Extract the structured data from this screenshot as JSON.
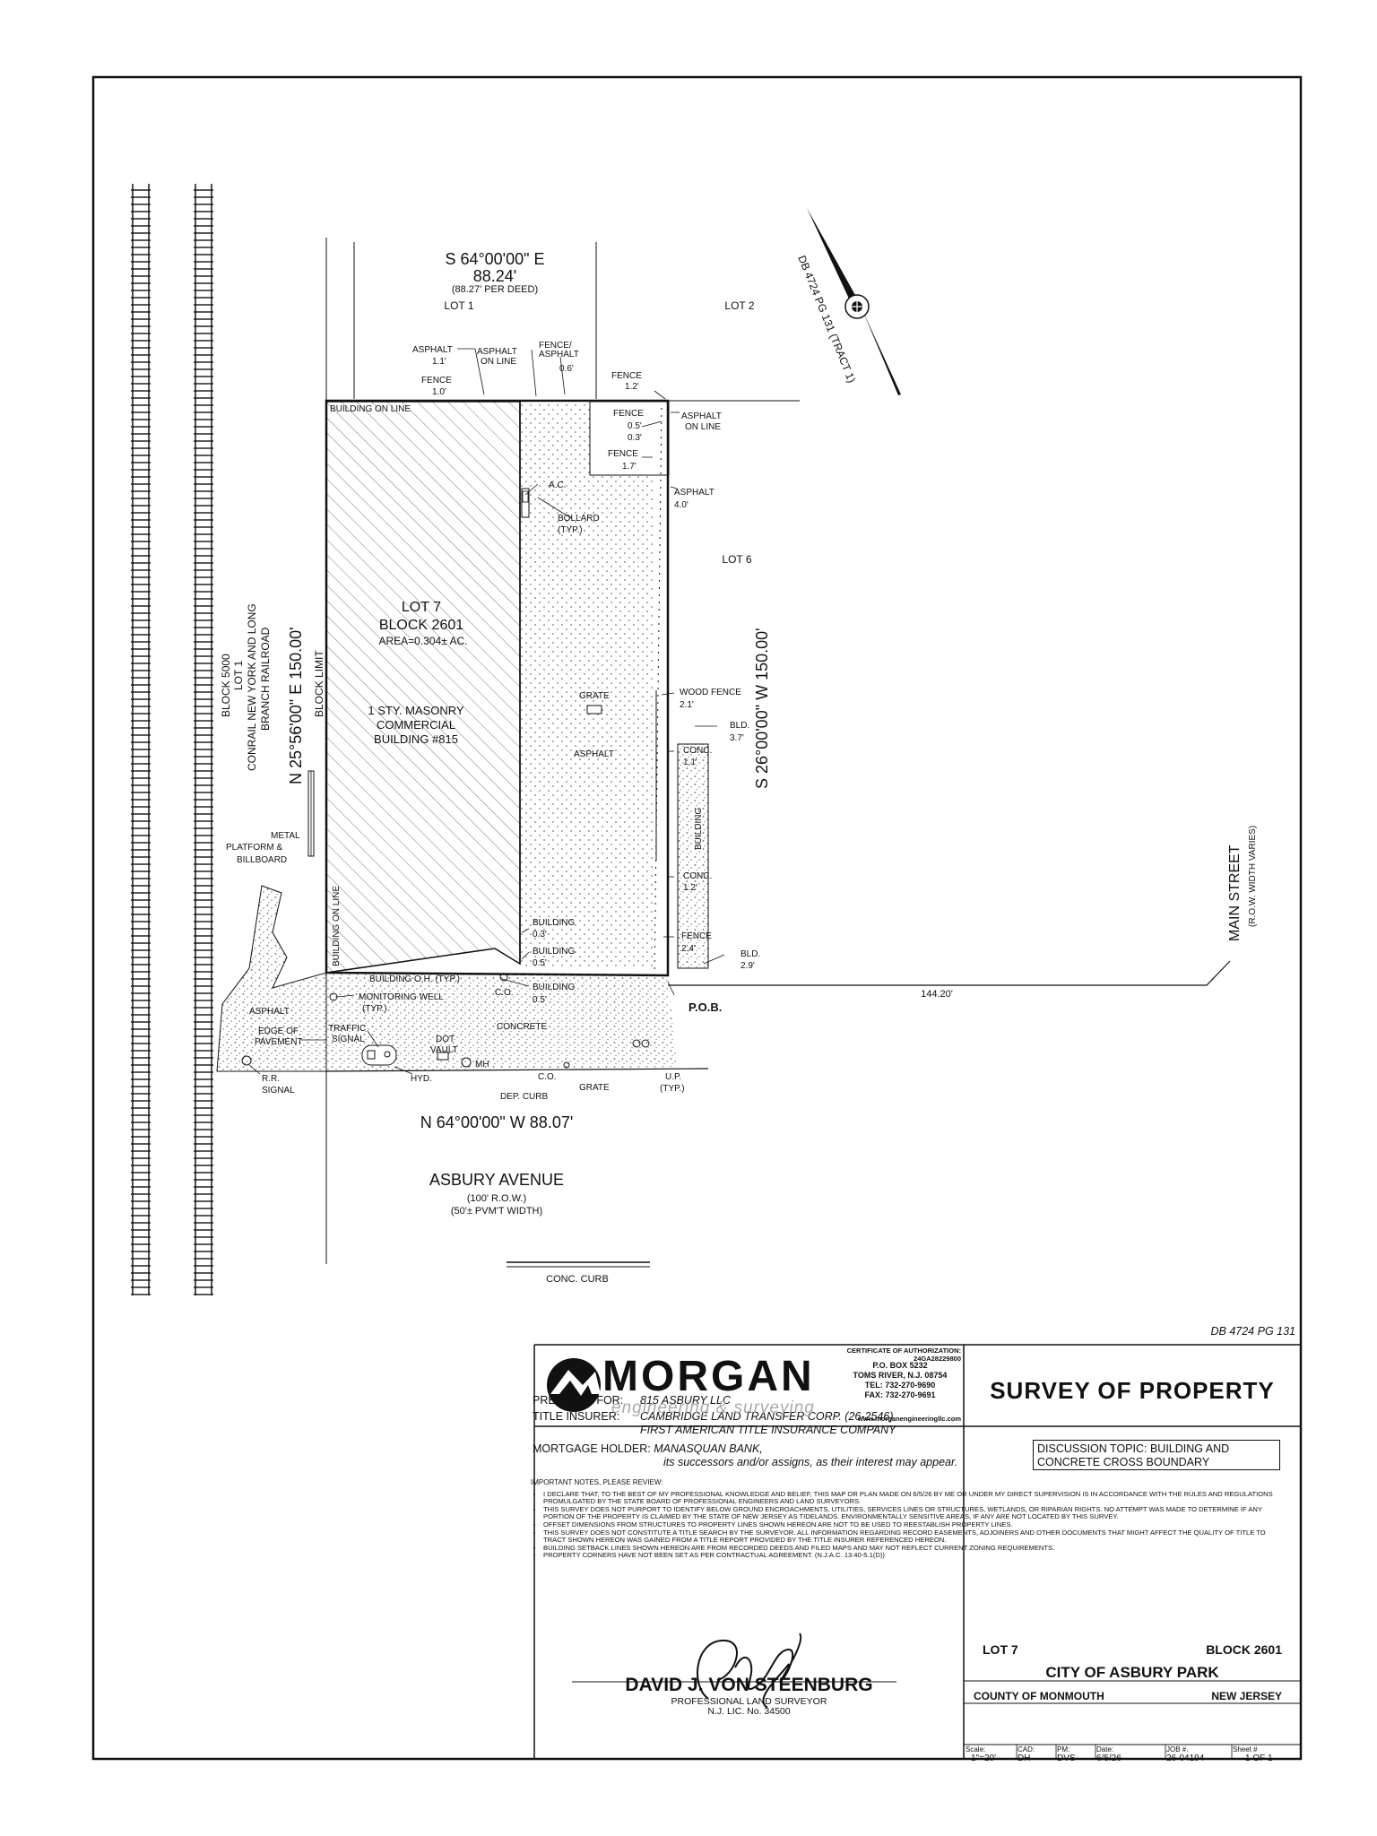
{
  "bearings": {
    "north_line": "S 64°00'00\" E",
    "north_distance": "88.24'",
    "north_deed": "(88.27' PER DEED)",
    "west_line": "N 25°56'00\" E   150.00'",
    "east_line": "S 26°00'00\" W   150.00'",
    "south_line": "N 64°00'00\" W   88.07'",
    "main_street_distance": "144.20'"
  },
  "north_arrow": {
    "label": "DB 4724 PG 131 (TRACT 1)"
  },
  "lots": {
    "lot1": "LOT 1",
    "lot2": "LOT 2",
    "lot6": "LOT 6",
    "lot7_name": "LOT 7",
    "lot7_block": "BLOCK 2601",
    "lot7_area": "AREA=0.304± AC.",
    "building_line1": "1 STY. MASONRY",
    "building_line2": "COMMERCIAL",
    "building_line3": "BUILDING #815"
  },
  "railroad": {
    "block": "BLOCK 5000",
    "lot": "LOT 1",
    "line1": "CONRAIL NEW YORK AND LONG",
    "line2": "BRANCH RAILROAD",
    "block_limit": "BLOCK LIMIT"
  },
  "labels": {
    "asphalt1_title": "ASPHALT",
    "asphalt1_val": "1.1'",
    "fence_a_title": "FENCE",
    "fence_a_val": "1.0'",
    "asphalt_online_1": "ASPHALT",
    "asphalt_online_2": "ON LINE",
    "fence_asphalt_1": "FENCE/",
    "fence_asphalt_2": "ASPHALT",
    "fence_asphalt_val": "0.6'",
    "fence_b_title": "FENCE",
    "fence_b_val": "1.2'",
    "fence_c_title": "FENCE",
    "fence_c_val1": "0.5'",
    "fence_c_val2": "0.3'",
    "asphalt_r1": "ASPHALT",
    "asphalt_r2": "ON LINE",
    "fence_d_title": "FENCE",
    "fence_d_val": "1.7'",
    "asphalt_r3": "ASPHALT",
    "asphalt_r3_val": "4.0'",
    "building_on_line_top": "BUILDING ON LINE",
    "building_on_line_left": "BUILDING ON LINE",
    "ac": "A.C.",
    "bollard1": "BOLLARD",
    "bollard2": "(TYP.)",
    "grate": "GRATE",
    "asphalt_center": "ASPHALT",
    "wood_fence": "WOOD FENCE",
    "wood_fence_val": "2.1'",
    "bld1": "BLD.",
    "bld1_val": "3.7'",
    "conc1": "CONC.",
    "conc1_val": "1.1'",
    "building_v": "BUILDING",
    "conc2": "CONC.",
    "conc2_val": "1.2'",
    "fence_e": "FENCE",
    "fence_e_val": "2.4'",
    "bld2": "BLD.",
    "bld2_val": "2.9'",
    "bldg_a": "BUILDING",
    "bldg_a_val": "0.3'",
    "bldg_b": "BUILDING",
    "bldg_b_val": "0.5'",
    "bldg_c": "BUILDING",
    "bldg_c_val": "0.5'",
    "bldg_oh": "BUILDING O.H. (TYP.)",
    "co1": "C.O.",
    "monitoring1": "MONITORING WELL",
    "monitoring2": "(TYP.)",
    "concrete": "CONCRETE",
    "pob": "P.O.B.",
    "asphalt_left": "ASPHALT",
    "edge1": "EDGE OF",
    "edge2": "PAVEMENT",
    "traffic1": "TRAFFIC",
    "traffic2": "SIGNAL",
    "dot1": "DOT",
    "dot2": "VAULT",
    "hyd": "HYD.",
    "mh": "MH",
    "co2": "C.O.",
    "dep_curb": "DEP. CURB",
    "grate2": "GRATE",
    "up1": "U.P.",
    "up2": "(TYP.)",
    "rr1": "R.R.",
    "rr2": "SIGNAL",
    "metal1": "METAL",
    "metal2": "PLATFORM &",
    "metal3": "BILLBOARD",
    "asbury": "ASBURY AVENUE",
    "asbury_row": "(100' R.O.W.)",
    "asbury_pvmt": "(50'± PVM'T WIDTH)",
    "conc_curb": "CONC. CURB",
    "main_street": "MAIN STREET",
    "main_row": "(R.O.W. WIDTH VARIES)"
  },
  "prepared": {
    "prepared_label": "PREPARED FOR:",
    "prepared_value": "815 ASBURY LLC",
    "title_label": "TITLE INSURER:",
    "title_value1": "CAMBRIDGE LAND TRANSFER CORP. (26-2546)",
    "title_value2": "FIRST AMERICAN TITLE INSURANCE COMPANY",
    "mortgage_label": "MORTGAGE HOLDER:",
    "mortgage_value1": "MANASQUAN BANK,",
    "mortgage_value2": "its successors and/or assigns, as their interest may appear."
  },
  "discussion": {
    "line1": "DISCUSSION TOPIC: BUILDING AND",
    "line2": "CONCRETE CROSS BOUNDARY"
  },
  "notes": {
    "heading": "IMPORTANT NOTES, PLEASE REVIEW:",
    "items": [
      "I DECLARE THAT, TO THE BEST OF MY PROFESSIONAL KNOWLEDGE AND BELIEF, THIS MAP OR PLAN MADE ON 6/5/26 BY ME OR UNDER MY DIRECT SUPERVISION IS IN ACCORDANCE WITH THE RULES AND REGULATIONS PROMULGATED BY THE STATE BOARD OF PROFESSIONAL ENGINEERS AND LAND SURVEYORS.",
      "THIS SURVEY DOES NOT PURPORT TO IDENTIFY BELOW GROUND ENCROACHMENTS, UTILITIES, SERVICES LINES OR STRUCTURES, WETLANDS, OR RIPARIAN RIGHTS. NO ATTEMPT WAS MADE TO DETERMINE IF ANY PORTION OF THE PROPERTY IS CLAIMED BY THE STATE OF NEW JERSEY AS TIDELANDS. ENVIRONMENTALLY SENSITIVE AREAS, IF ANY ARE NOT LOCATED BY THIS SURVEY.",
      "OFFSET DIMENSIONS FROM STRUCTURES TO PROPERTY LINES SHOWN HEREON ARE NOT TO BE USED TO REESTABLISH PROPERTY LINES.",
      "THIS SURVEY DOES NOT CONSTITUTE A TITLE SEARCH BY THE SURVEYOR. ALL INFORMATION REGARDING RECORD EASEMENTS, ADJOINERS AND OTHER DOCUMENTS THAT MIGHT AFFECT THE QUALITY OF TITLE TO TRACT SHOWN HEREON WAS GAINED FROM A TITLE REPORT PROVIDED BY THE TITLE INSURER REFERENCED HEREON.",
      "BUILDING SETBACK LINES SHOWN HEREON ARE FROM RECORDED DEEDS AND FILED MAPS AND MAY NOT REFLECT CURRENT ZONING REQUIREMENTS.",
      "PROPERTY CORNERS HAVE NOT BEEN SET AS PER CONTRACTUAL AGREEMENT. (N.J.A.C. 13:40-5.1(D))"
    ],
    "deed_ref": "DB 4724 PG 131"
  },
  "title_block": {
    "certificate": "CERTIFICATE OF AUTHORIZATION: 24GA28229800",
    "company": "MORGAN",
    "tagline": "engineering & surveying",
    "po_box": "P.O. BOX 5232",
    "city": "TOMS RIVER, N.J.  08754",
    "tel": "TEL: 732-270-9690",
    "fax": "FAX: 732-270-9691",
    "web": "www.morganengineeringllc.com",
    "surveyor_name": "DAVID J. VON STEENBURG",
    "surveyor_title": "PROFESSIONAL LAND SURVEYOR",
    "surveyor_lic": "N.J. LIC. No. 34500",
    "survey_title": "SURVEY  OF  PROPERTY",
    "lot": "LOT 7",
    "block": "BLOCK 2601",
    "city_name": "CITY OF ASBURY PARK",
    "county": "COUNTY OF MONMOUTH",
    "state": "NEW JERSEY",
    "scale_label": "Scale:",
    "scale_value": "1\"=20'",
    "cad_label": "CAD:",
    "cad_value": "DH",
    "pm_label": "PM:",
    "pm_value": "DVS",
    "date_label": "Date:",
    "date_value": "6/5/26",
    "job_label": "JOB #.",
    "job_value": "26-04194",
    "sheet_label": "Sheet #",
    "sheet_value": "1   OF   1"
  }
}
